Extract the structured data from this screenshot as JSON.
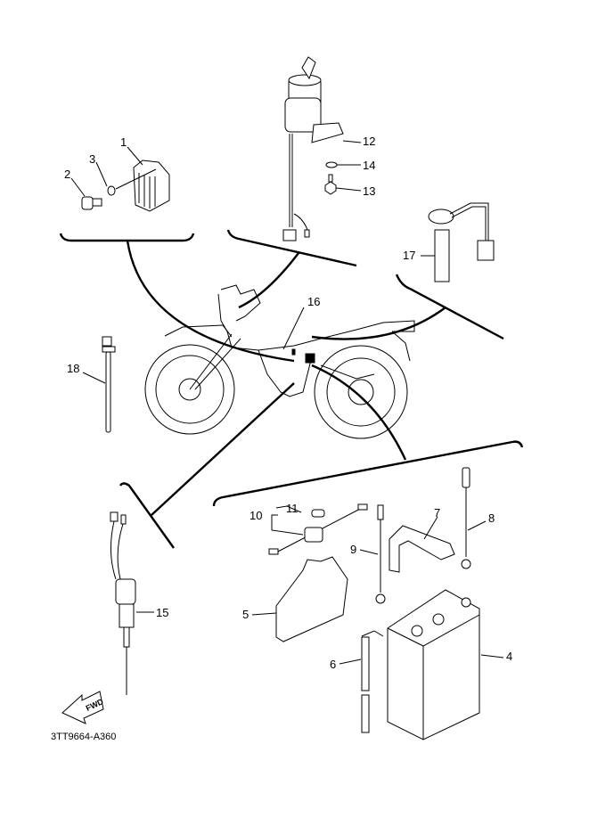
{
  "diagram": {
    "title_code": "3TT9664-A360",
    "fwd_label": "FWD",
    "parts": [
      {
        "ref": "1",
        "name": "rectifier-regulator"
      },
      {
        "ref": "2",
        "name": "bolt"
      },
      {
        "ref": "3",
        "name": "washer"
      },
      {
        "ref": "4",
        "name": "battery"
      },
      {
        "ref": "5",
        "name": "battery-holder"
      },
      {
        "ref": "6",
        "name": "battery-breather-pipe"
      },
      {
        "ref": "7",
        "name": "battery-band"
      },
      {
        "ref": "8",
        "name": "battery-lead-minus"
      },
      {
        "ref": "9",
        "name": "battery-lead-plus"
      },
      {
        "ref": "10",
        "name": "fuse-holder-assy"
      },
      {
        "ref": "11",
        "name": "fuse"
      },
      {
        "ref": "12",
        "name": "main-switch"
      },
      {
        "ref": "13",
        "name": "bolt"
      },
      {
        "ref": "14",
        "name": "washer"
      },
      {
        "ref": "15",
        "name": "neutral-switch"
      },
      {
        "ref": "16",
        "name": "wire-harness"
      },
      {
        "ref": "17",
        "name": "oil-level-gauge"
      },
      {
        "ref": "18",
        "name": "cable-tie"
      }
    ]
  }
}
